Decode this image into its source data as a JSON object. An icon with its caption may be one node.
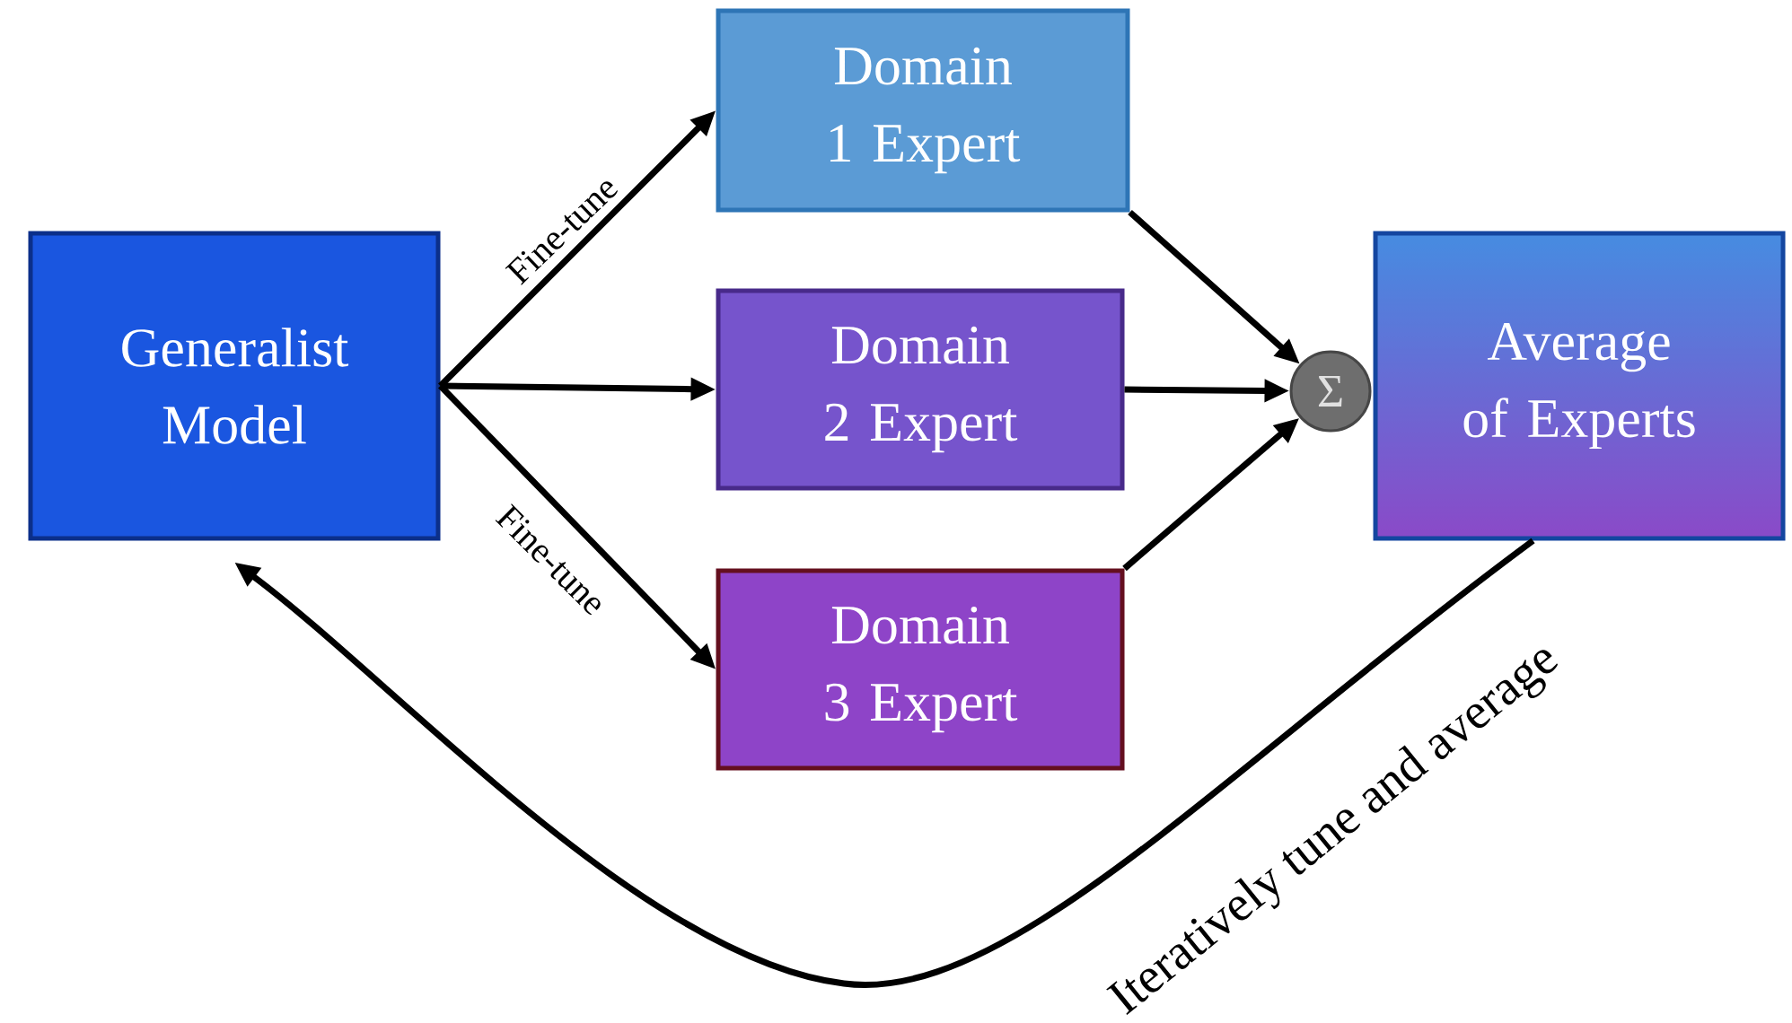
{
  "diagram": {
    "nodes": [
      {
        "text": [
          "Generalist Model"
        ]
      },
      {
        "text": [
          "Domain 1 Expert"
        ]
      },
      {
        "text": [
          "Domain 2 Expert"
        ]
      },
      {
        "text": [
          "Domain 3 Expert"
        ]
      },
      {
        "text": [
          "Σ"
        ]
      },
      {
        "text": [
          "Average of Experts"
        ]
      }
    ],
    "edges": [
      {
        "from": 0,
        "to": 1,
        "arrow": "to",
        "label": "Fine-tune"
      },
      {
        "from": 0,
        "to": 2,
        "arrow": "to"
      },
      {
        "from": 0,
        "to": 3,
        "arrow": "to",
        "label": "Fine-tune"
      },
      {
        "from": 1,
        "to": 4,
        "arrow": "to"
      },
      {
        "from": 2,
        "to": 4,
        "arrow": "to"
      },
      {
        "from": 3,
        "to": 4,
        "arrow": "to"
      },
      {
        "from": 5,
        "to": 0,
        "arrow": "to",
        "label": "Iteratively tune and average"
      }
    ]
  }
}
